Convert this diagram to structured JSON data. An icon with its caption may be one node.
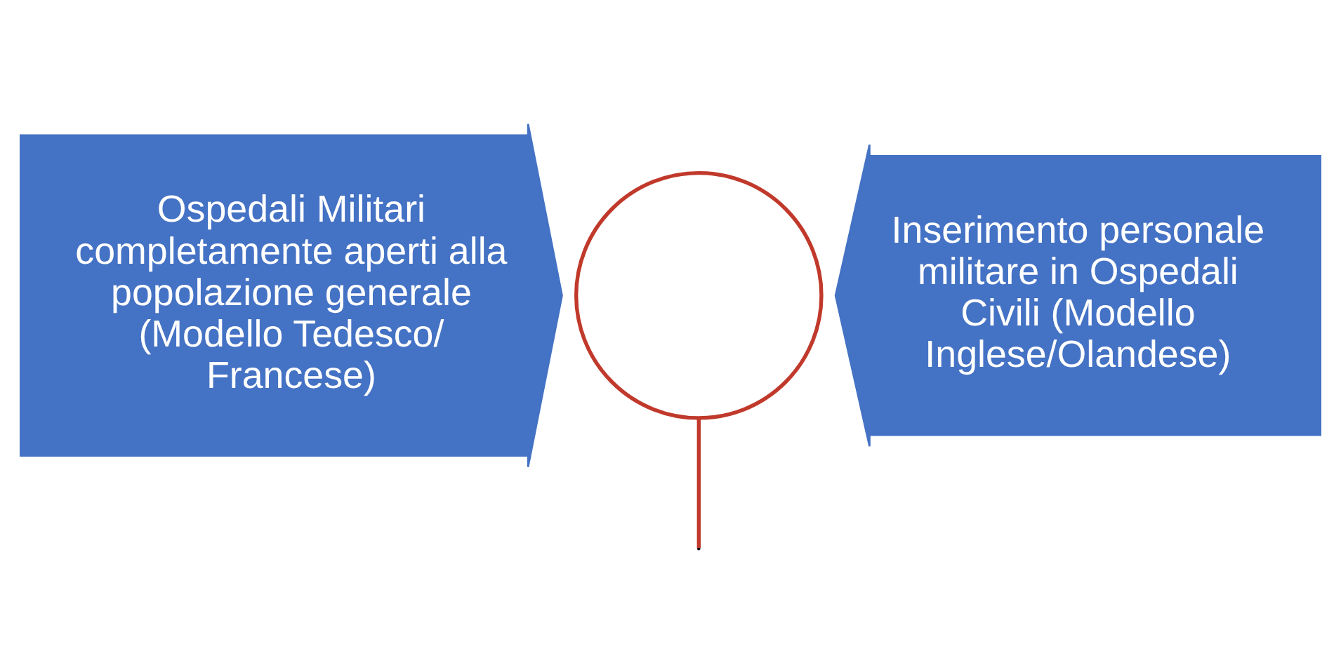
{
  "diagram": {
    "nodes": [
      {
        "text": [
          "Ospedali Militari completamente aperti alla popolazione generale (Modello Tedesco/ Francese)"
        ]
      },
      {
        "text": [
          "Inserimento personale militare in Ospedali Civili (Modello Inglese/Olandese)"
        ]
      },
      {
        "text": [],
        "shape": "circle"
      }
    ],
    "edges": [
      {
        "from": null,
        "to": 2,
        "arrow": "none",
        "color": "#c0392b"
      }
    ]
  }
}
